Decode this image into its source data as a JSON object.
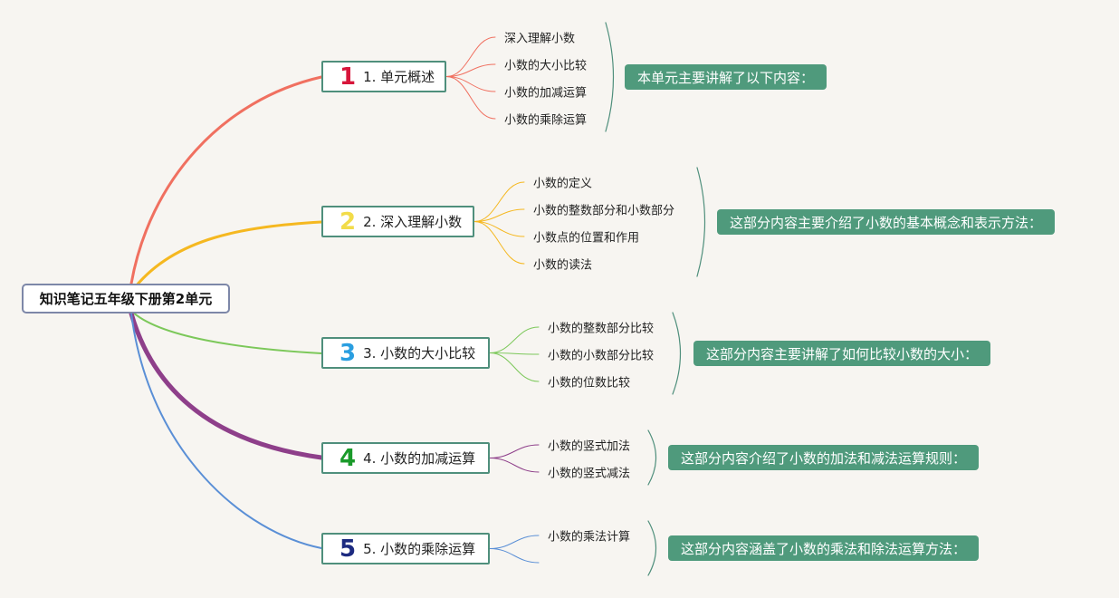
{
  "root": {
    "label": "知识笔记五年级下册第2单元"
  },
  "topics": [
    {
      "number": "1",
      "label": "1. 单元概述",
      "color": "#f07060",
      "number_color": "#d7153a",
      "children": [
        "深入理解小数",
        "小数的大小比较",
        "小数的加减运算",
        "小数的乘除运算"
      ],
      "summary": "本单元主要讲解了以下内容："
    },
    {
      "number": "2",
      "label": "2. 深入理解小数",
      "color": "#f5b820",
      "number_color": "#f2dc4a",
      "children": [
        "小数的定义",
        "小数的整数部分和小数部分",
        "小数点的位置和作用",
        "小数的读法"
      ],
      "summary": "这部分内容主要介绍了小数的基本概念和表示方法："
    },
    {
      "number": "3",
      "label": "3. 小数的大小比较",
      "color": "#7cc85a",
      "number_color": "#2a9ee0",
      "children": [
        "小数的整数部分比较",
        "小数的小数部分比较",
        "小数的位数比较"
      ],
      "summary": "这部分内容主要讲解了如何比较小数的大小："
    },
    {
      "number": "4",
      "label": "4. 小数的加减运算",
      "color": "#8e3f8a",
      "number_color": "#1a9a2a",
      "children": [
        "小数的竖式加法",
        "小数的竖式减法"
      ],
      "summary": "这部分内容介绍了小数的加法和减法运算规则："
    },
    {
      "number": "5",
      "label": "5. 小数的乘除运算",
      "color": "#5a8fd6",
      "number_color": "#1c2a80",
      "children": [
        "小数的乘法计算",
        ""
      ],
      "summary": "这部分内容涵盖了小数的乘法和除法运算方法："
    }
  ],
  "colors": {
    "topic_border": "#4f8f7c",
    "summary_bg": "#4f9a7c",
    "bracket": "#4f8f7c"
  }
}
